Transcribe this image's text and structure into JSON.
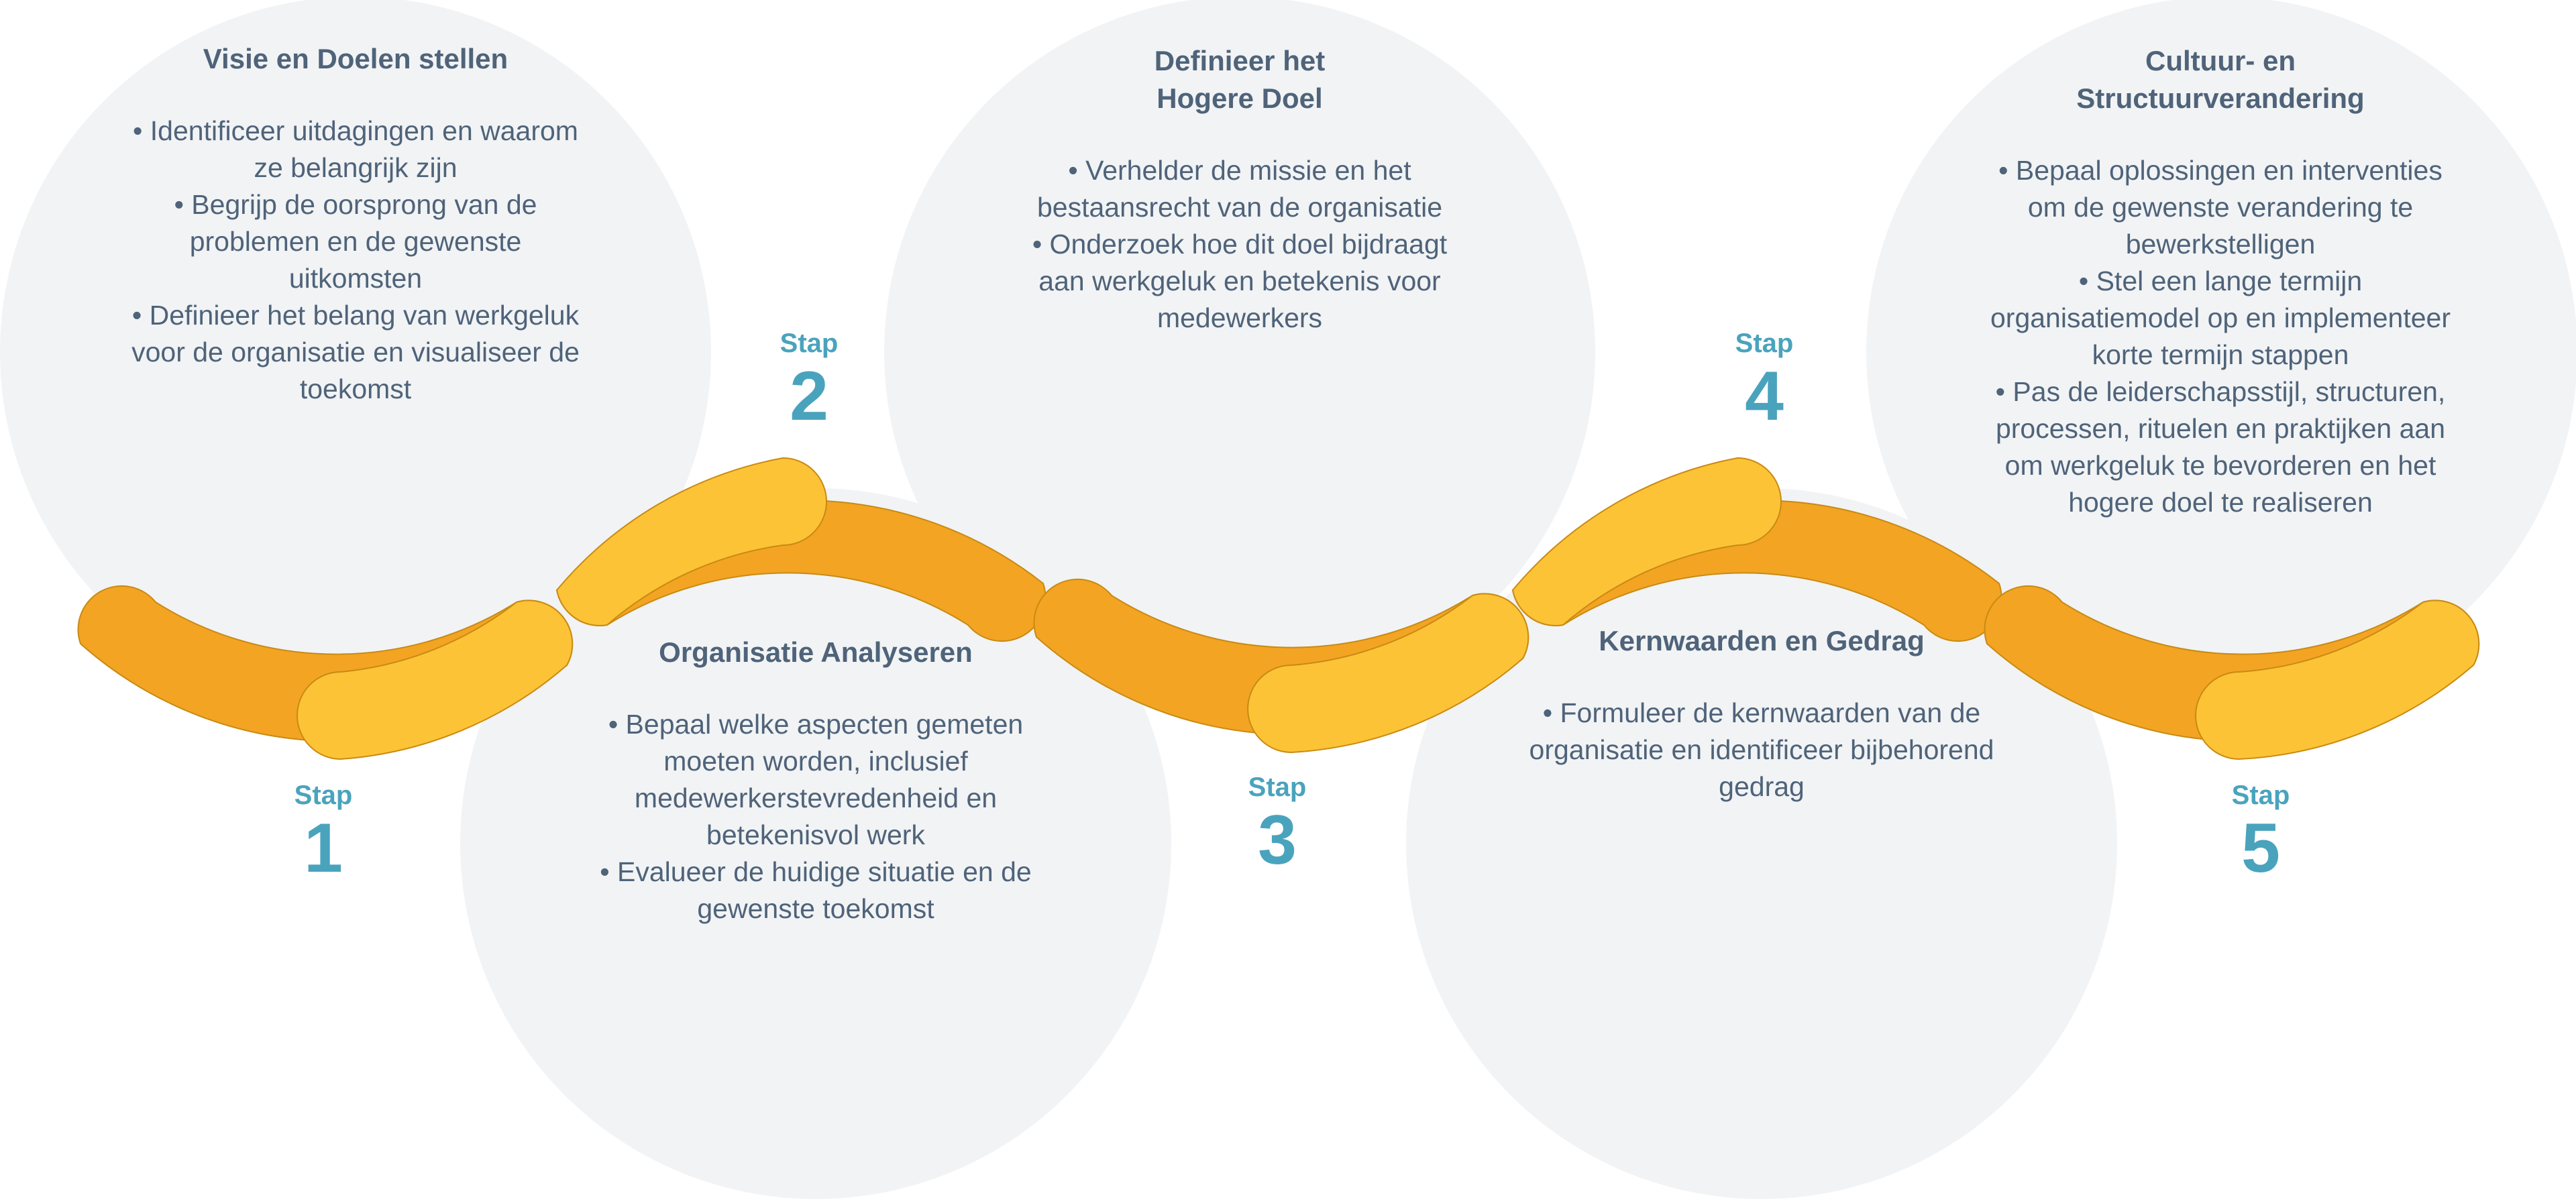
{
  "colors": {
    "circle": "#f1f3f5",
    "arc_dark": "#f3a423",
    "arc_light": "#fcc336",
    "text": "#4f6379",
    "step": "#4aa3bd"
  },
  "steps": [
    {
      "stap_label": "Stap",
      "number": "1",
      "title": "Visie en Doelen stellen",
      "items": [
        "• Identificeer uitdagingen en waarom ze belangrijk zijn",
        "• Begrijp de oorsprong van de problemen en de gewenste uitkomsten",
        "• Definieer het belang van werkgeluk voor de organisatie en visualiseer de toekomst"
      ]
    },
    {
      "stap_label": "Stap",
      "number": "2",
      "title": "Organisatie Analyseren",
      "items": [
        "•   Bepaal welke aspecten gemeten moeten worden, inclusief medewerkerstevredenheid en betekenisvol werk",
        "•   Evalueer de huidige situatie en de gewenste toekomst"
      ]
    },
    {
      "stap_label": "Stap",
      "number": "3",
      "title": "Definieer het\nHogere Doel",
      "items": [
        "•   Verhelder de missie en het bestaansrecht van de organisatie",
        "•   Onderzoek hoe dit doel bijdraagt aan werkgeluk en betekenis voor medewerkers"
      ]
    },
    {
      "stap_label": "Stap",
      "number": "4",
      "title": "Kernwaarden en Gedrag",
      "items": [
        "•   Formuleer de kernwaarden van de organisatie en identificeer bijbehorend gedrag"
      ]
    },
    {
      "stap_label": "Stap",
      "number": "5",
      "title": "Cultuur- en\nStructuurverandering",
      "items": [
        "•   Bepaal oplossingen en interventies om de gewenste verandering te bewerkstelligen",
        "•   Stel een lange termijn organisatiemodel op en implementeer korte termijn stappen",
        "•   Pas de leiderschapsstijl, structuren, processen, rituelen en praktijken aan om werkgeluk te bevorderen en het hogere doel te realiseren"
      ]
    }
  ]
}
